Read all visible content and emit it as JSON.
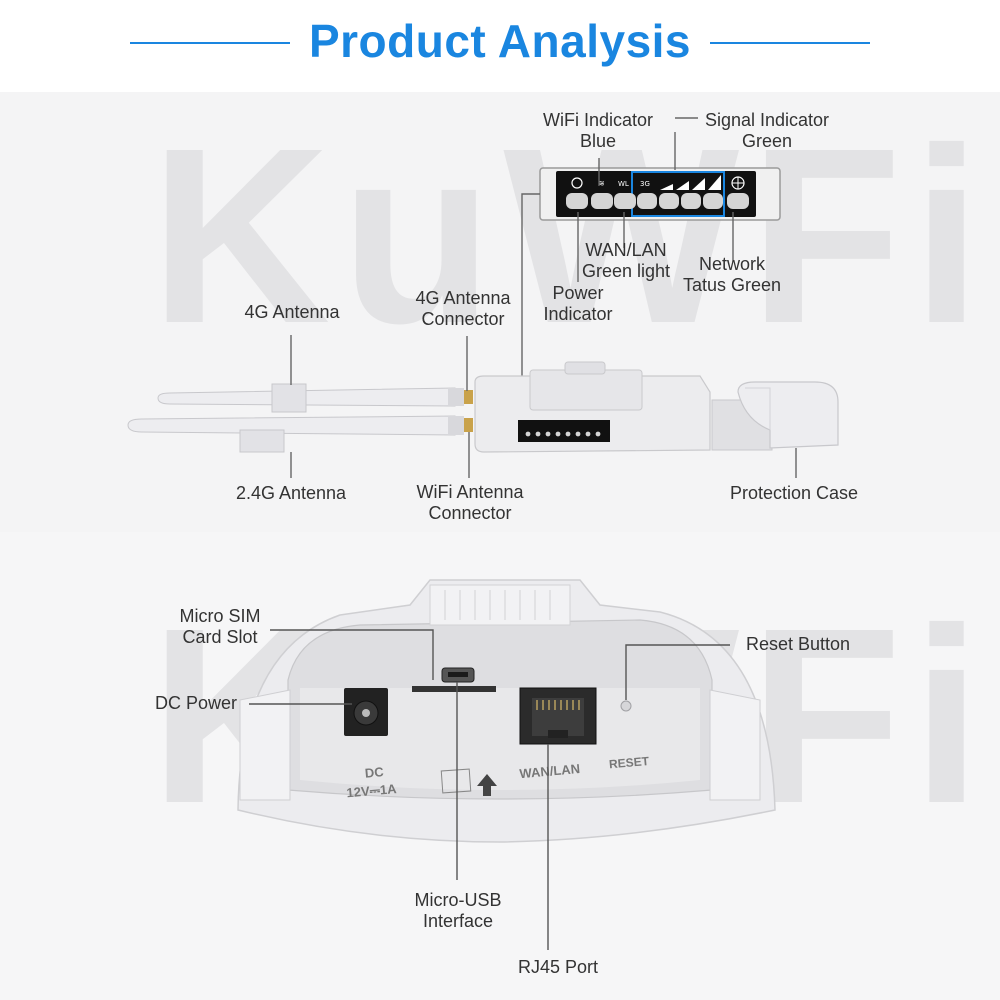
{
  "header": {
    "title": "Product Analysis"
  },
  "watermark": "KuWFi",
  "indicator_panel": {
    "wifi_indicator": [
      "WiFi Indicator",
      "Blue"
    ],
    "signal_indicator": [
      "Signal Indicator",
      "Green"
    ],
    "wan_lan": [
      "WAN/LAN",
      "Green light"
    ],
    "network_status": [
      "Network",
      "Tatus Green"
    ],
    "power_indicator": [
      "Power",
      "Indicator"
    ]
  },
  "device_side": {
    "antenna_4g": "4G Antenna",
    "antenna_4g_connector": [
      "4G Antenna",
      "Connector"
    ],
    "antenna_24g": "2.4G Antenna",
    "wifi_antenna_connector": [
      "WiFi Antenna",
      "Connector"
    ],
    "protection_case": "Protection Case"
  },
  "device_bottom": {
    "micro_sim": [
      "Micro SIM",
      "Card Slot"
    ],
    "dc_power": "DC Power",
    "reset_button": "Reset Button",
    "micro_usb": [
      "Micro-USB",
      "Interface"
    ],
    "rj45": "RJ45 Port",
    "printed_dc": "DC",
    "printed_voltage": "12V⎓1A",
    "printed_wan": "WAN/LAN",
    "printed_reset": "RESET"
  },
  "colors": {
    "accent": "#1a86e0",
    "text": "#333333",
    "device": "#ececee",
    "led_panel": "#111111"
  }
}
